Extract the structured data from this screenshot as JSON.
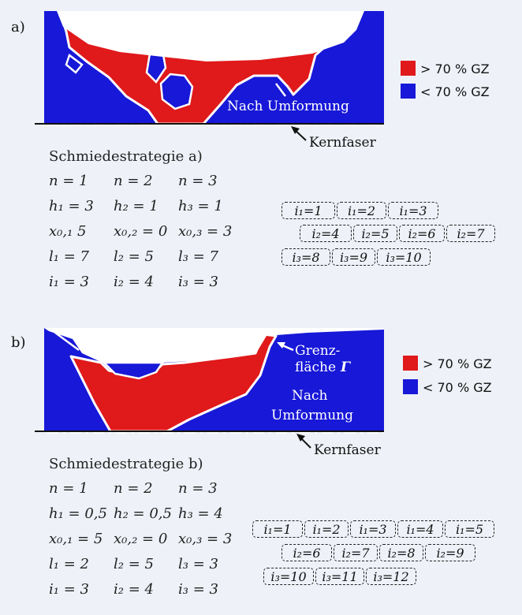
{
  "panel_a": {
    "label": "a)",
    "after_forming": "Nach Umformung",
    "core_fiber": "Kernfaser",
    "legend": [
      {
        "label": "> 70 % GZ",
        "color": "#e0191b"
      },
      {
        "label": "< 70 % GZ",
        "color": "#1818d8"
      }
    ],
    "strategy": {
      "title": "Schmiedestrategie a)",
      "rows": [
        [
          "n = 1",
          "n = 2",
          "n = 3"
        ],
        [
          "h₁ = 3",
          "h₂ = 1",
          "h₃ = 1"
        ],
        [
          "x₀,₁ 5",
          "x₀,₂ = 0",
          "x₀,₃ = 3"
        ],
        [
          "l₁ = 7",
          "l₂ = 5",
          "l₃ = 7"
        ],
        [
          "i₁ = 3",
          "i₂ = 4",
          "i₃ = 3"
        ]
      ]
    },
    "passes": [
      [
        "i₁=1",
        "i₁=2",
        "i₁=3"
      ],
      [
        "i₂=4",
        "i₂=5",
        "i₂=6",
        "i₂=7"
      ],
      [
        "i₃=8",
        "i₃=9",
        "i₃=10"
      ]
    ]
  },
  "panel_b": {
    "label": "b)",
    "interface_line1": "Grenz-",
    "interface_line2": "fläche",
    "interface_symbol": "Γ",
    "after_forming_line1": "Nach",
    "after_forming_line2": "Umformung",
    "core_fiber": "Kernfaser",
    "legend": [
      {
        "label": "> 70 % GZ",
        "color": "#e0191b"
      },
      {
        "label": "< 70 % GZ",
        "color": "#1818d8"
      }
    ],
    "strategy": {
      "title": "Schmiedestrategie b)",
      "rows": [
        [
          "n = 1",
          "n = 2",
          "n = 3"
        ],
        [
          "h₁ = 0,5",
          "h₂ = 0,5",
          "h₃ = 4"
        ],
        [
          "x₀,₁ = 5",
          "x₀,₂ = 0",
          "x₀,₃ = 3"
        ],
        [
          "l₁ = 2",
          "l₂ = 5",
          "l₃ = 3"
        ],
        [
          "i₁ = 3",
          "i₂ = 4",
          "i₃ = 3"
        ]
      ]
    },
    "passes": [
      [
        "i₁=1",
        "i₁=2",
        "i₁=3",
        "i₁=4",
        "i₁=5"
      ],
      [
        "i₂=6",
        "i₂=7",
        "i₂=8",
        "i₂=9"
      ],
      [
        "i₃=10",
        "i₃=11",
        "i₃=12"
      ]
    ]
  }
}
